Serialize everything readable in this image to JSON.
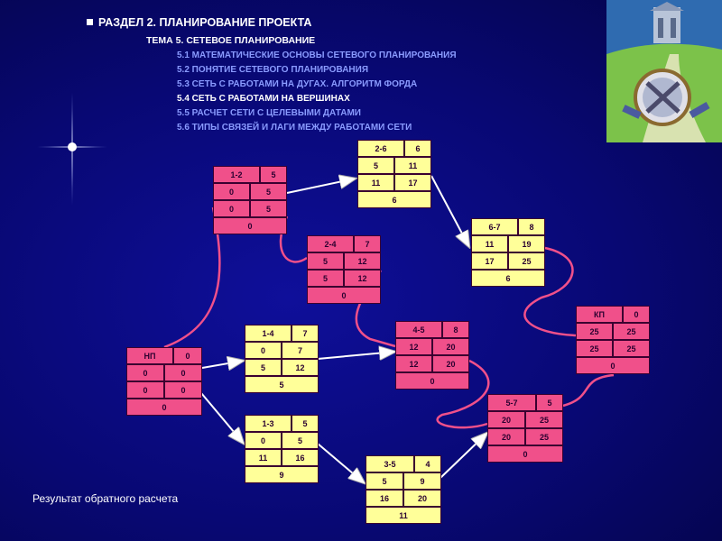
{
  "menu": {
    "section": "РАЗДЕЛ 2. ПЛАНИРОВАНИЕ ПРОЕКТА",
    "topic": "ТЕМА 5. СЕТЕВОЕ ПЛАНИРОВАНИЕ",
    "items": [
      {
        "label": "5.1 МАТЕМАТИЧЕСКИЕ ОСНОВЫ СЕТЕВОГО ПЛАНИРОВАНИЯ",
        "active": false
      },
      {
        "label": "5.2 ПОНЯТИЕ СЕТЕВОГО ПЛАНИРОВАНИЯ",
        "active": false
      },
      {
        "label": "5.3 СЕТЬ С РАБОТАМИ НА ДУГАХ. АЛГОРИТМ ФОРДА",
        "active": false
      },
      {
        "label": "5.4 СЕТЬ С РАБОТАМИ НА ВЕРШИНАХ",
        "active": true
      },
      {
        "label": "5.5 РАСЧЕТ СЕТИ С ЦЕЛЕВЫМИ ДАТАМИ",
        "active": false
      },
      {
        "label": "5.6 ТИПЫ СВЯЗЕЙ И ЛАГИ МЕЖДУ РАБОТАМИ СЕТИ",
        "active": false
      }
    ]
  },
  "caption": "Результат обратного расчета",
  "colors": {
    "pink": "#f0508a",
    "yellow": "#ffff99",
    "arrow": "#ffffff",
    "curve": "#f0508a"
  },
  "nodes": {
    "np": {
      "name": "НП",
      "dur": "0",
      "es": "0",
      "ef": "0",
      "ls": "0",
      "lf": "0",
      "reserve": "0"
    },
    "n12": {
      "name": "1-2",
      "dur": "5",
      "es": "0",
      "ef": "5",
      "ls": "0",
      "lf": "5",
      "reserve": "0"
    },
    "n14": {
      "name": "1-4",
      "dur": "7",
      "es": "0",
      "ef": "7",
      "ls": "5",
      "lf": "12",
      "reserve": "5"
    },
    "n13": {
      "name": "1-3",
      "dur": "5",
      "es": "0",
      "ef": "5",
      "ls": "11",
      "lf": "16",
      "reserve": "9"
    },
    "n26": {
      "name": "2-6",
      "dur": "6",
      "es": "5",
      "ef": "11",
      "ls": "11",
      "lf": "17",
      "reserve": "6"
    },
    "n24": {
      "name": "2-4",
      "dur": "7",
      "es": "5",
      "ef": "12",
      "ls": "5",
      "lf": "12",
      "reserve": "0"
    },
    "n67": {
      "name": "6-7",
      "dur": "8",
      "es": "11",
      "ef": "19",
      "ls": "17",
      "lf": "25",
      "reserve": "6"
    },
    "n45": {
      "name": "4-5",
      "dur": "8",
      "es": "12",
      "ef": "20",
      "ls": "12",
      "lf": "20",
      "reserve": "0"
    },
    "n35": {
      "name": "3-5",
      "dur": "4",
      "es": "5",
      "ef": "9",
      "ls": "16",
      "lf": "20",
      "reserve": "11"
    },
    "n57": {
      "name": "5-7",
      "dur": "5",
      "es": "20",
      "ef": "25",
      "ls": "20",
      "lf": "25",
      "reserve": "0"
    },
    "kp": {
      "name": "КП",
      "dur": "0",
      "es": "25",
      "ef": "25",
      "ls": "25",
      "lf": "25",
      "reserve": "0"
    }
  }
}
